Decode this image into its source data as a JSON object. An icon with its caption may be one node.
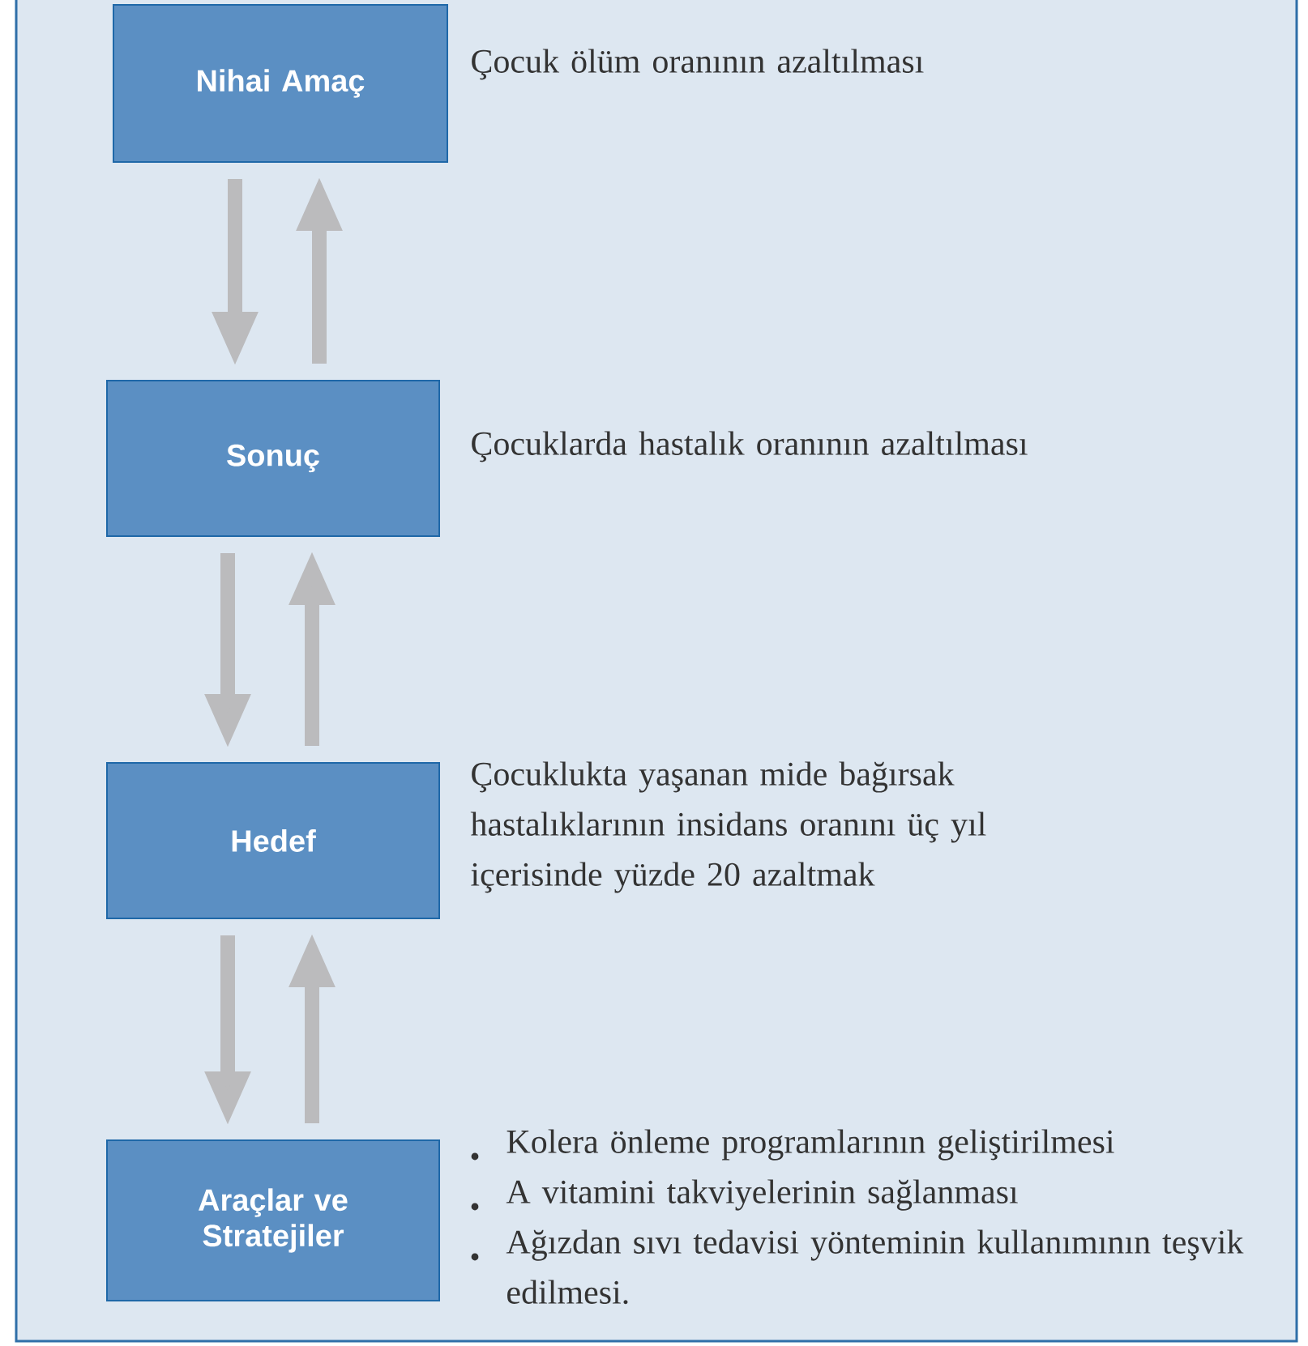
{
  "diagram": {
    "nodes": [
      {
        "text": [
          "Nihai Amaç"
        ],
        "beside": [
          "Çocuk ölüm oranının azaltılması"
        ]
      },
      {
        "text": [
          "Sonuç"
        ],
        "beside": [
          "Çocuklarda hastalık oranının azaltılması"
        ]
      },
      {
        "text": [
          "Hedef"
        ],
        "beside": [
          "Çocuklukta yaşanan mide bağırsak hastalıklarının insidans oranını üç yıl içerisinde yüzde 20 azaltmak"
        ]
      },
      {
        "text": [
          "Araçlar ve Stratejiler"
        ],
        "beside": [
          "Kolera önleme programlarının geliştirilmesi",
          "A vitamini takviyelerinin sağlanması",
          "Ağızdan sıvı tedavisi yönteminin kullanımının teşvik edilmesi."
        ]
      }
    ],
    "edges": [
      {
        "from": 0,
        "to": 1,
        "arrow": "to"
      },
      {
        "from": 1,
        "to": 0,
        "arrow": "to"
      },
      {
        "from": 1,
        "to": 2,
        "arrow": "to"
      },
      {
        "from": 2,
        "to": 1,
        "arrow": "to"
      },
      {
        "from": 2,
        "to": 3,
        "arrow": "to"
      },
      {
        "from": 3,
        "to": 2,
        "arrow": "to"
      }
    ]
  }
}
